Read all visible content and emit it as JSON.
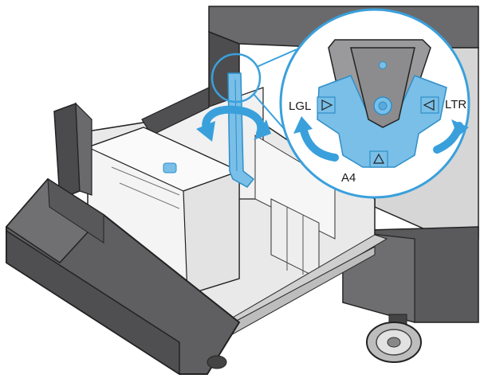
{
  "figure": {
    "labels": {
      "lgl": "LGL",
      "ltr": "LTR",
      "a4": "A4"
    },
    "colors": {
      "accent": "#79bfe8",
      "accent_stroke": "#2f8fc8",
      "arrow": "#3aa0dc",
      "printer_dark": "#5e5e60",
      "printer_mid": "#9a9a9c",
      "printer_light": "#d8d8d8",
      "tray_light": "#efefef",
      "outline": "#222222"
    },
    "icons": [
      "rotate-arrow-icon",
      "lock-knob-icon",
      "triangle-marker-icon",
      "caster-wheel-icon"
    ]
  }
}
